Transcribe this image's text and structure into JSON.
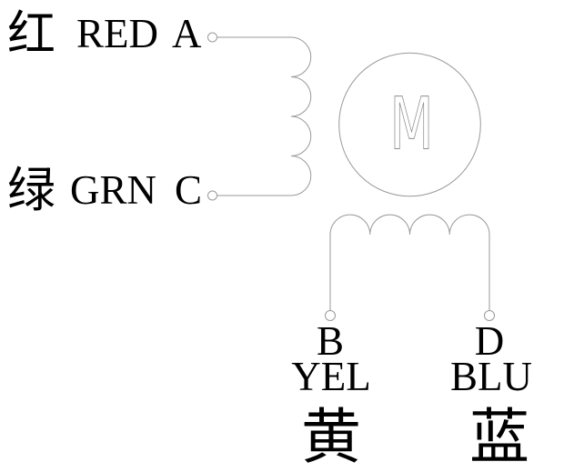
{
  "diagram": {
    "type": "stepper-motor-wiring",
    "colors": {
      "background": "#ffffff",
      "line": "#9a9a9a",
      "motor_letter": "#8c8c8c",
      "text": "#000000"
    }
  },
  "motor": {
    "label": "M"
  },
  "wires": [
    {
      "terminal": "A",
      "color_abbr": "RED",
      "color_cn": "红"
    },
    {
      "terminal": "C",
      "color_abbr": "GRN",
      "color_cn": "绿"
    },
    {
      "terminal": "B",
      "color_abbr": "YEL",
      "color_cn": "黄"
    },
    {
      "terminal": "D",
      "color_abbr": "BLU",
      "color_cn": "蓝"
    }
  ]
}
